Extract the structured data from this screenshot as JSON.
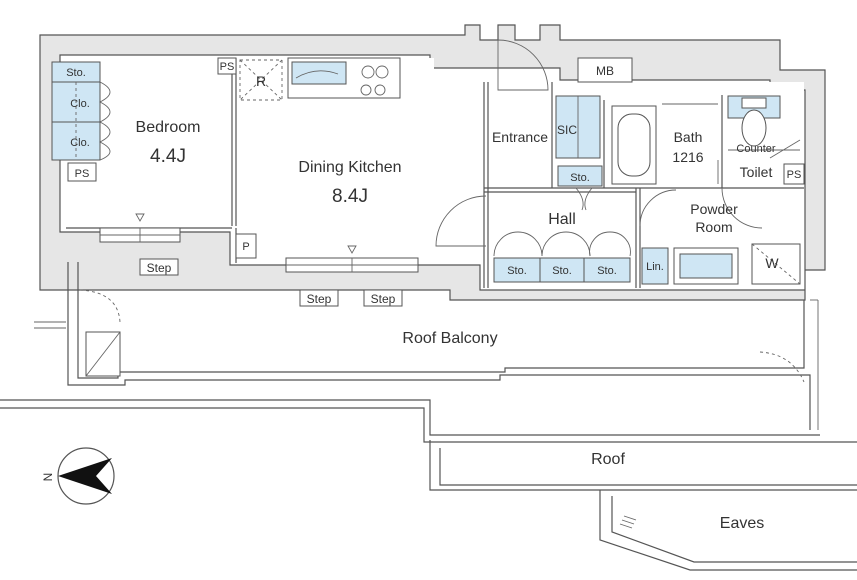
{
  "rooms": {
    "bedroom": "Bedroom",
    "bedroom_size": "4.4J",
    "dining_kitchen": "Dining Kitchen",
    "dining_kitchen_size": "8.4J",
    "entrance": "Entrance",
    "sic": "SIC",
    "bath": "Bath",
    "bath_size": "1216",
    "counter": "Counter",
    "toilet": "Toilet",
    "hall": "Hall",
    "powder_room_line1": "Powder",
    "powder_room_line2": "Room",
    "roof_balcony": "Roof Balcony",
    "roof": "Roof",
    "eaves": "Eaves"
  },
  "labels": {
    "sto": "Sto.",
    "clo": "Clo.",
    "ps": "PS",
    "mb": "MB",
    "r": "R",
    "p": "P",
    "step": "Step",
    "lin": "Lin.",
    "w": "W",
    "compass_n": "N"
  },
  "colors": {
    "storage_fill": "#cfe6f4",
    "wall_fill": "#e6e6e6",
    "line": "#555555"
  }
}
